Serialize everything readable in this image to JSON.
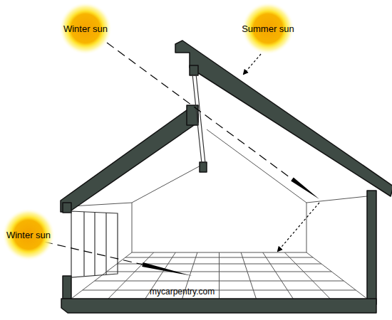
{
  "diagram": {
    "nodes": [
      {
        "text": [
          "Winter sun"
        ]
      },
      {
        "text": [
          "Summer sun"
        ]
      },
      {
        "text": [
          "Winter sun"
        ]
      }
    ],
    "labels": [
      "mycarpentry.com"
    ]
  }
}
